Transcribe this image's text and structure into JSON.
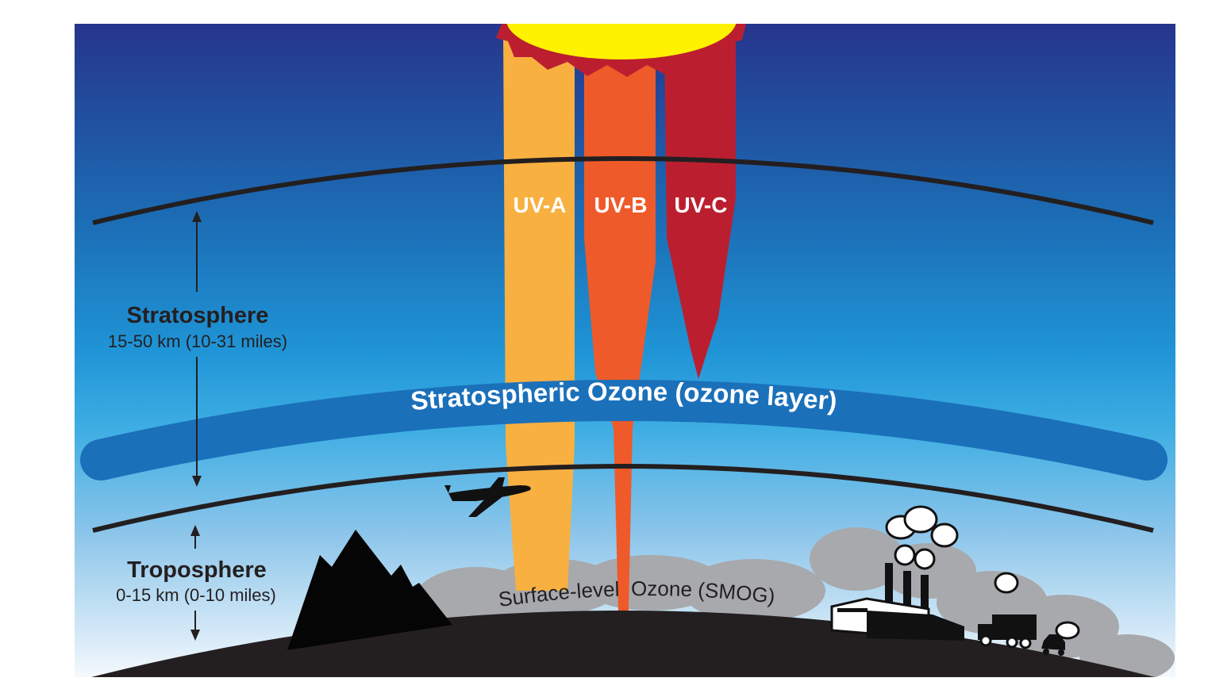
{
  "uv_labels": {
    "a": "UV-A",
    "b": "UV-B",
    "c": "UV-C"
  },
  "stratosphere": {
    "title": "Stratosphere",
    "range": "15-50 km (10-31 miles)"
  },
  "troposphere": {
    "title": "Troposphere",
    "range": "0-15 km (0-10 miles)"
  },
  "ozone_layer_label": "Stratospheric Ozone (ozone layer)",
  "smog_label": "Surface-level  Ozone (SMOG)",
  "colors": {
    "sky_top": "#26358c",
    "sky_mid": "#22a2de",
    "uv_a": "#f8b041",
    "uv_b": "#ef5a2a",
    "uv_c": "#bb1f2f",
    "ozone_band": "#1b70ba",
    "smog": "#a7a9ac",
    "ground": "#231f20",
    "sun": "#fff200"
  }
}
